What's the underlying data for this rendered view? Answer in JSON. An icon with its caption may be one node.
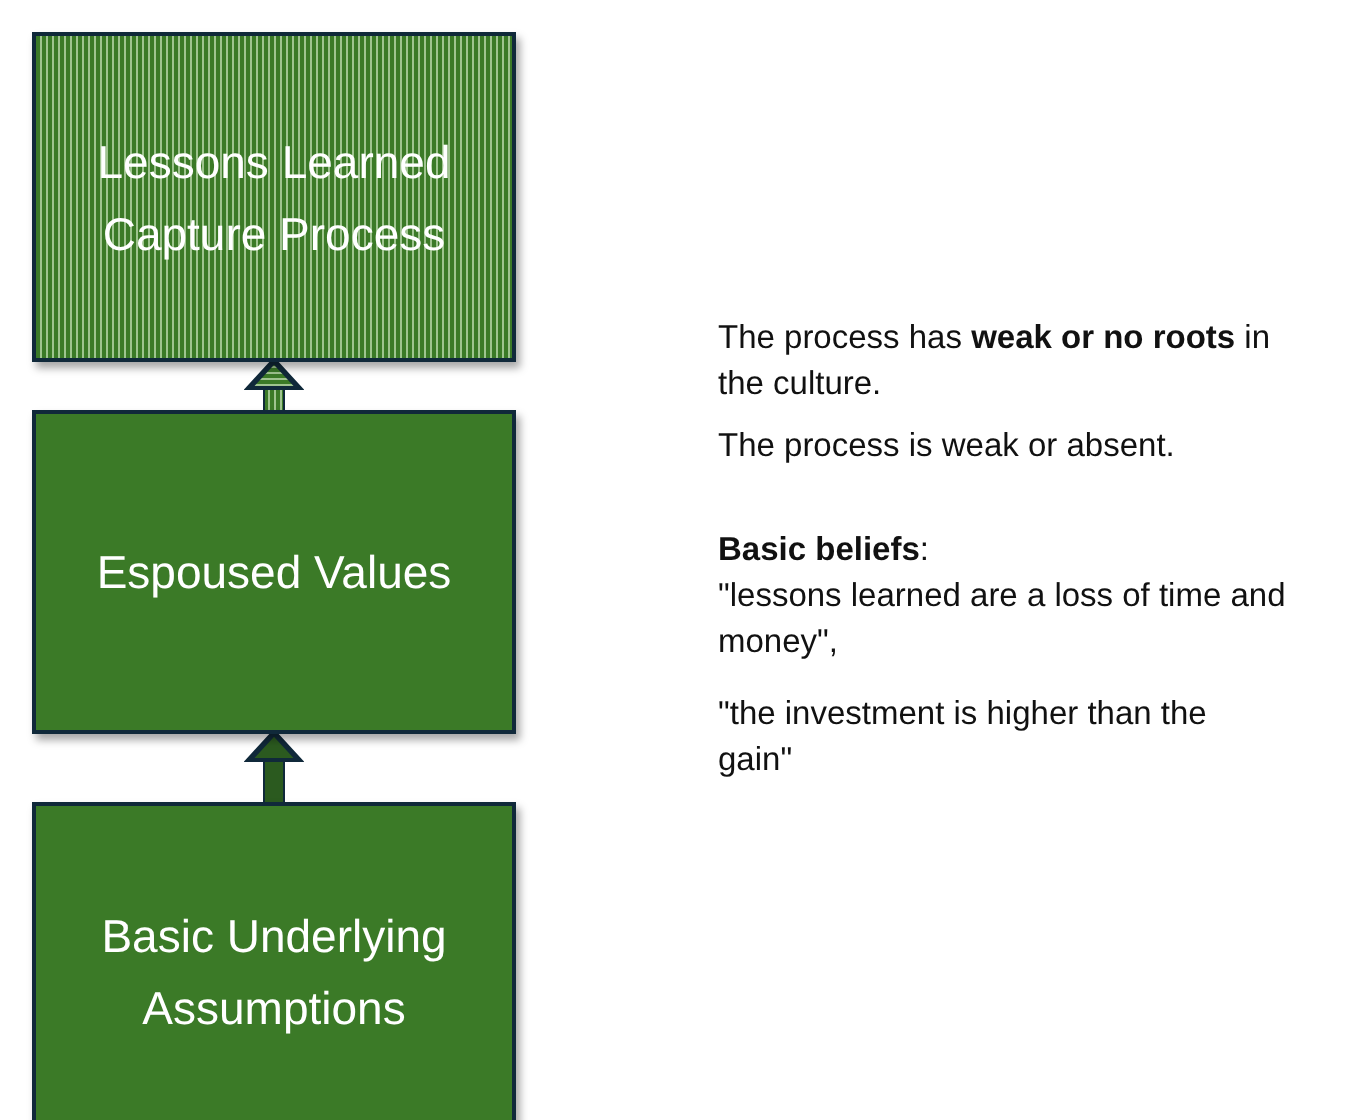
{
  "diagram": {
    "nodes": [
      {
        "text": [
          "Lessons Learned Capture Process"
        ]
      },
      {
        "text": [
          "Espoused Values"
        ]
      },
      {
        "text": [
          "Basic Underlying Assumptions"
        ]
      }
    ],
    "edges": [
      {
        "from": 1,
        "to": 0,
        "arrow": "to"
      },
      {
        "from": 2,
        "to": 1,
        "arrow": "to",
        "color": "#2b5a1f"
      }
    ],
    "labels": [
      "The process has **weak or no roots** in the culture.",
      "The process is weak or absent.",
      "**Basic beliefs**:",
      "\"lessons learned are a loss of time and money\",",
      "\"the investment is higher than the gain\""
    ]
  }
}
